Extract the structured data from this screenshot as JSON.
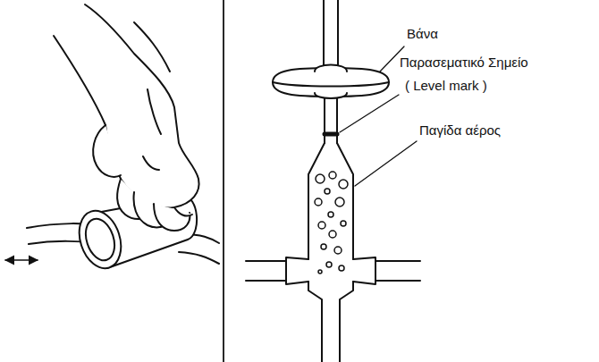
{
  "diagram": {
    "labels": [
      "Βάνα",
      "Παρασεματικό Σημείο",
      "( Level mark )",
      "Παγίδα αέρος"
    ]
  }
}
